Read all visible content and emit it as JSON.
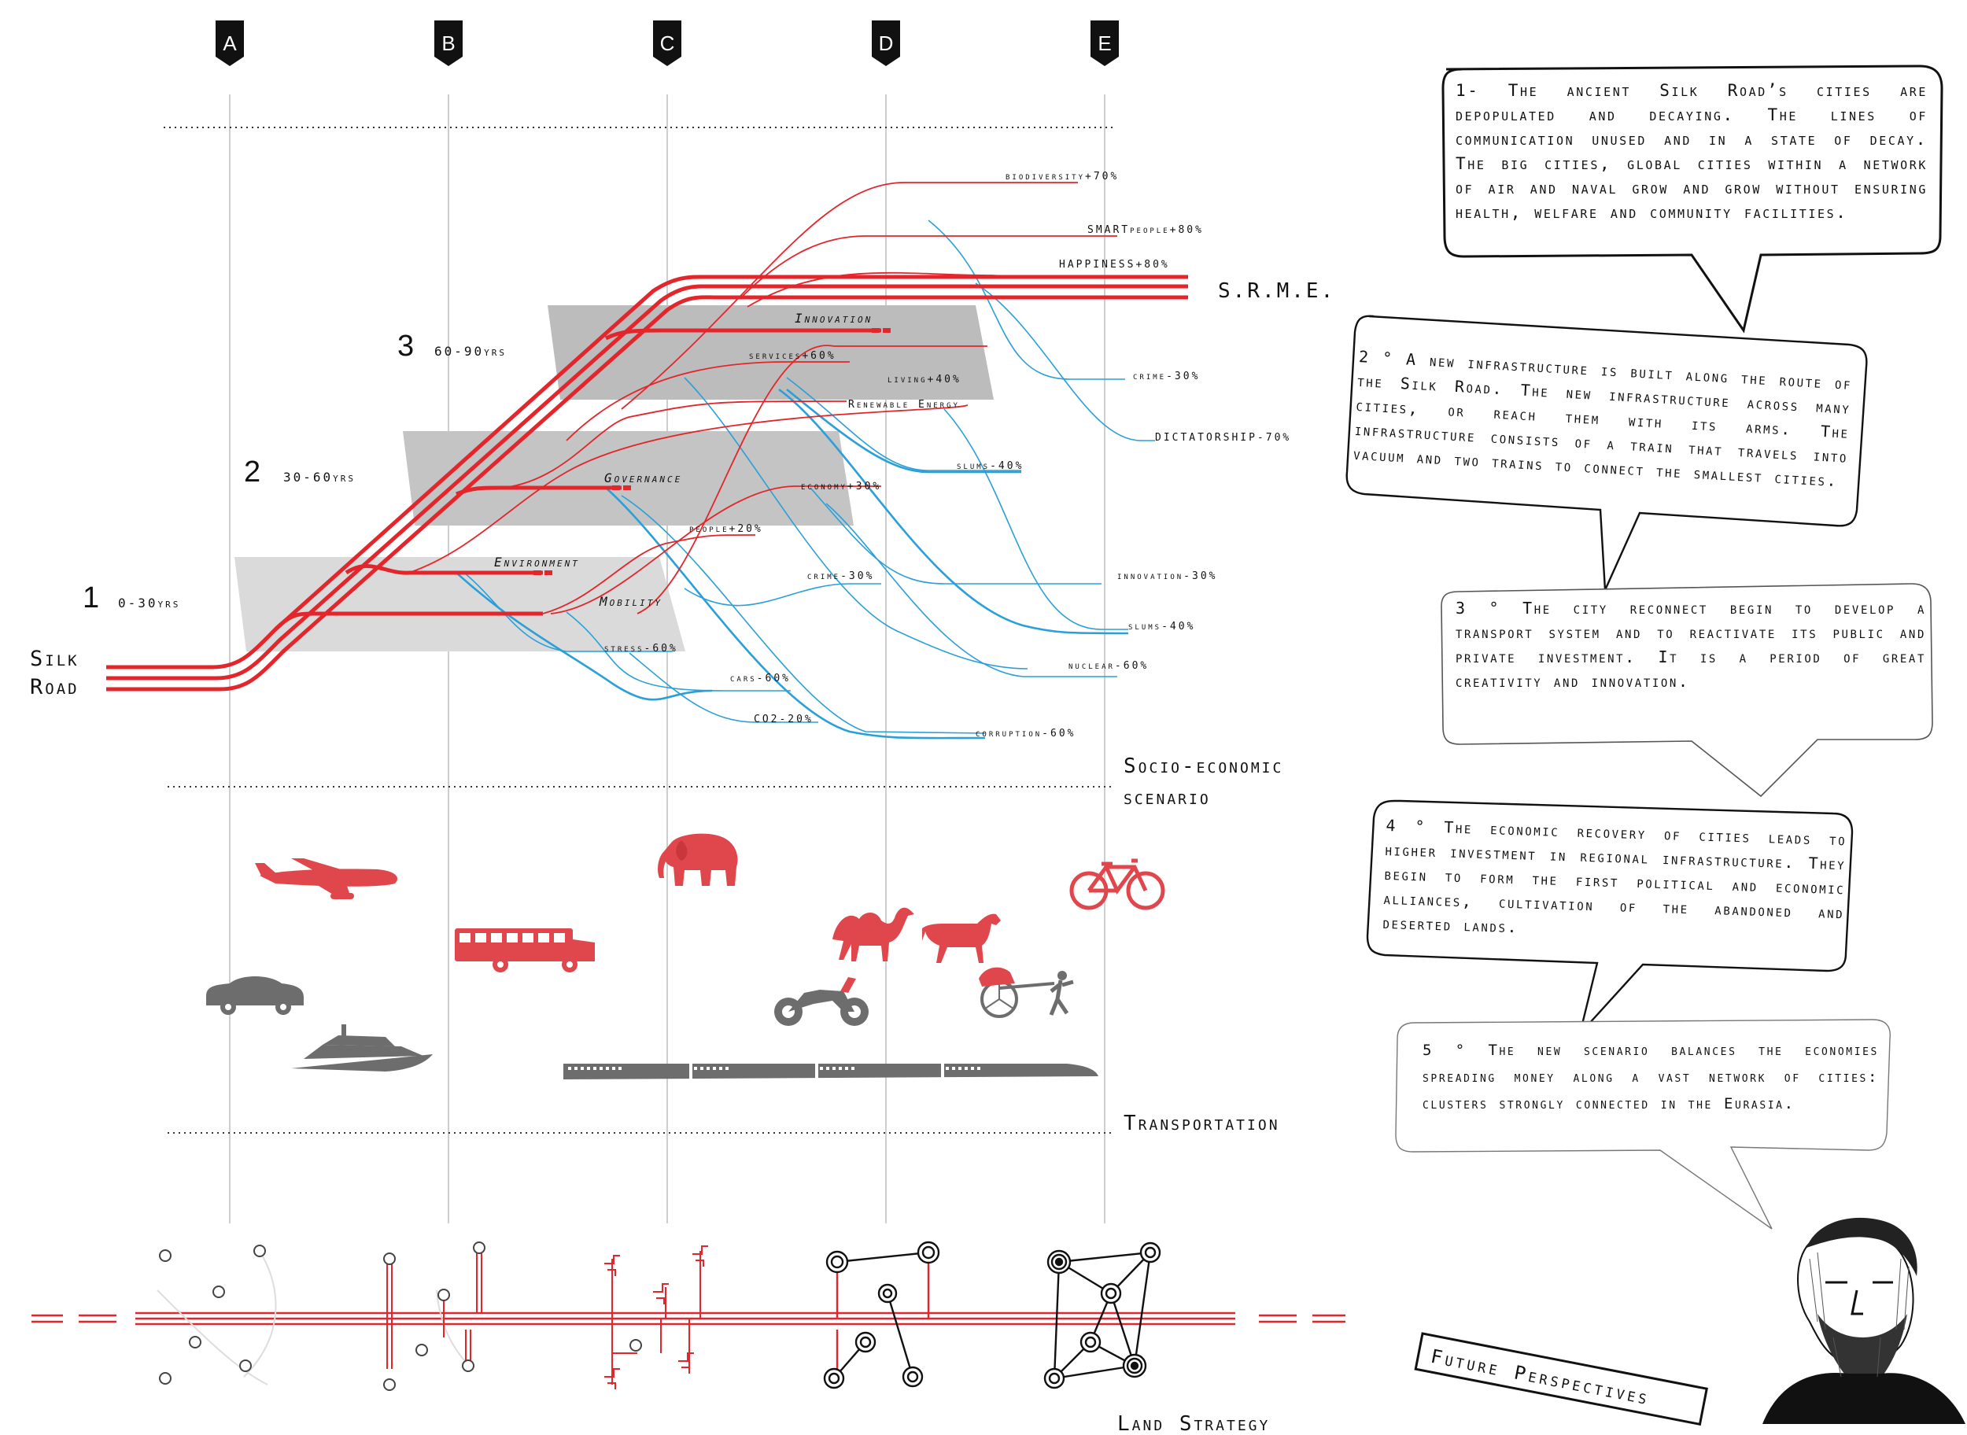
{
  "columns": [
    "A",
    "B",
    "C",
    "D",
    "E"
  ],
  "left_label": {
    "line1": "Silk",
    "line2": "Road"
  },
  "right_label": "S.R.M.E.",
  "phases": [
    {
      "number": "1",
      "range": "0-30yrs"
    },
    {
      "number": "2",
      "range": "30-60yrs"
    },
    {
      "number": "3",
      "range": "60-90yrs"
    }
  ],
  "themes": {
    "environment": "Environment",
    "mobility": "Mobility",
    "governance": "Governance",
    "innovation": "Innovation"
  },
  "positive_indicators": {
    "biodiversity": "biodiversity+70%",
    "smartpeople": "SMARTpeople+80%",
    "happiness": "HAPPINESS+80%",
    "services": "services+60%",
    "living": "living+40%",
    "renewable": "Renewable Energy",
    "economy": "economy+30%",
    "people": "people+20%"
  },
  "negative_indicators": {
    "crime_top": "crime-30%",
    "dictatorship": "DICTATORSHIP-70%",
    "slums_mid": "slums-40%",
    "crime_mid": "crime-30%",
    "innovation": "innovation-30%",
    "slums_low": "slums-40%",
    "nuclear": "nuclear-60%",
    "stress": "stress-60%",
    "cars": "cars-60%",
    "co2": "CO2-20%",
    "corruption": "corruption-60%"
  },
  "section_labels": {
    "socio_line1": "Socio-economic",
    "socio_line2": "scenario",
    "transportation": "Transportation",
    "land_strategy": "Land Strategy"
  },
  "transport_icons": [
    "airplane-icon",
    "car-icon",
    "yacht-icon",
    "bus-icon",
    "elephant-icon",
    "camel-icon",
    "horse-icon",
    "motorcycle-icon",
    "rickshaw-icon",
    "bicycle-icon",
    "train-icon"
  ],
  "bubbles": [
    {
      "text": "1- The ancient Silk Road’s cities are depopulated and decaying. The lines of communication unused and in a state of decay. The big cities, global cities within a network of air and naval grow and grow without ensuring health, welfare and community facilities."
    },
    {
      "text": "2 ° A new infrastructure is built along the route of the Silk Road. The new infrastructure across many cities, or reach them with its arms. The infrastructure consists of a train that travels into vacuum and two trains to connect the smallest cities."
    },
    {
      "text": "3 ° The city reconnect begin to develop a transport system and to reactivate its public and private investment. It is a period of great creativity and innovation."
    },
    {
      "text": "4 ° The economic recovery of cities leads to higher investment in regional infrastructure. They begin to form the first political and economic alliances, cultivation of the abandoned and deserted lands."
    },
    {
      "text": "5 ° The new scenario balances the economies spreading money along a vast network of cities: clusters strongly connected in the Eurasia."
    }
  ],
  "footer_label": "Future Perspectives",
  "colors": {
    "red": "#e3262b",
    "blue": "#2a9fd8",
    "gray_band": "#c8c8c8",
    "icon_red": "#e0474c",
    "icon_gray": "#6d6d6d"
  }
}
